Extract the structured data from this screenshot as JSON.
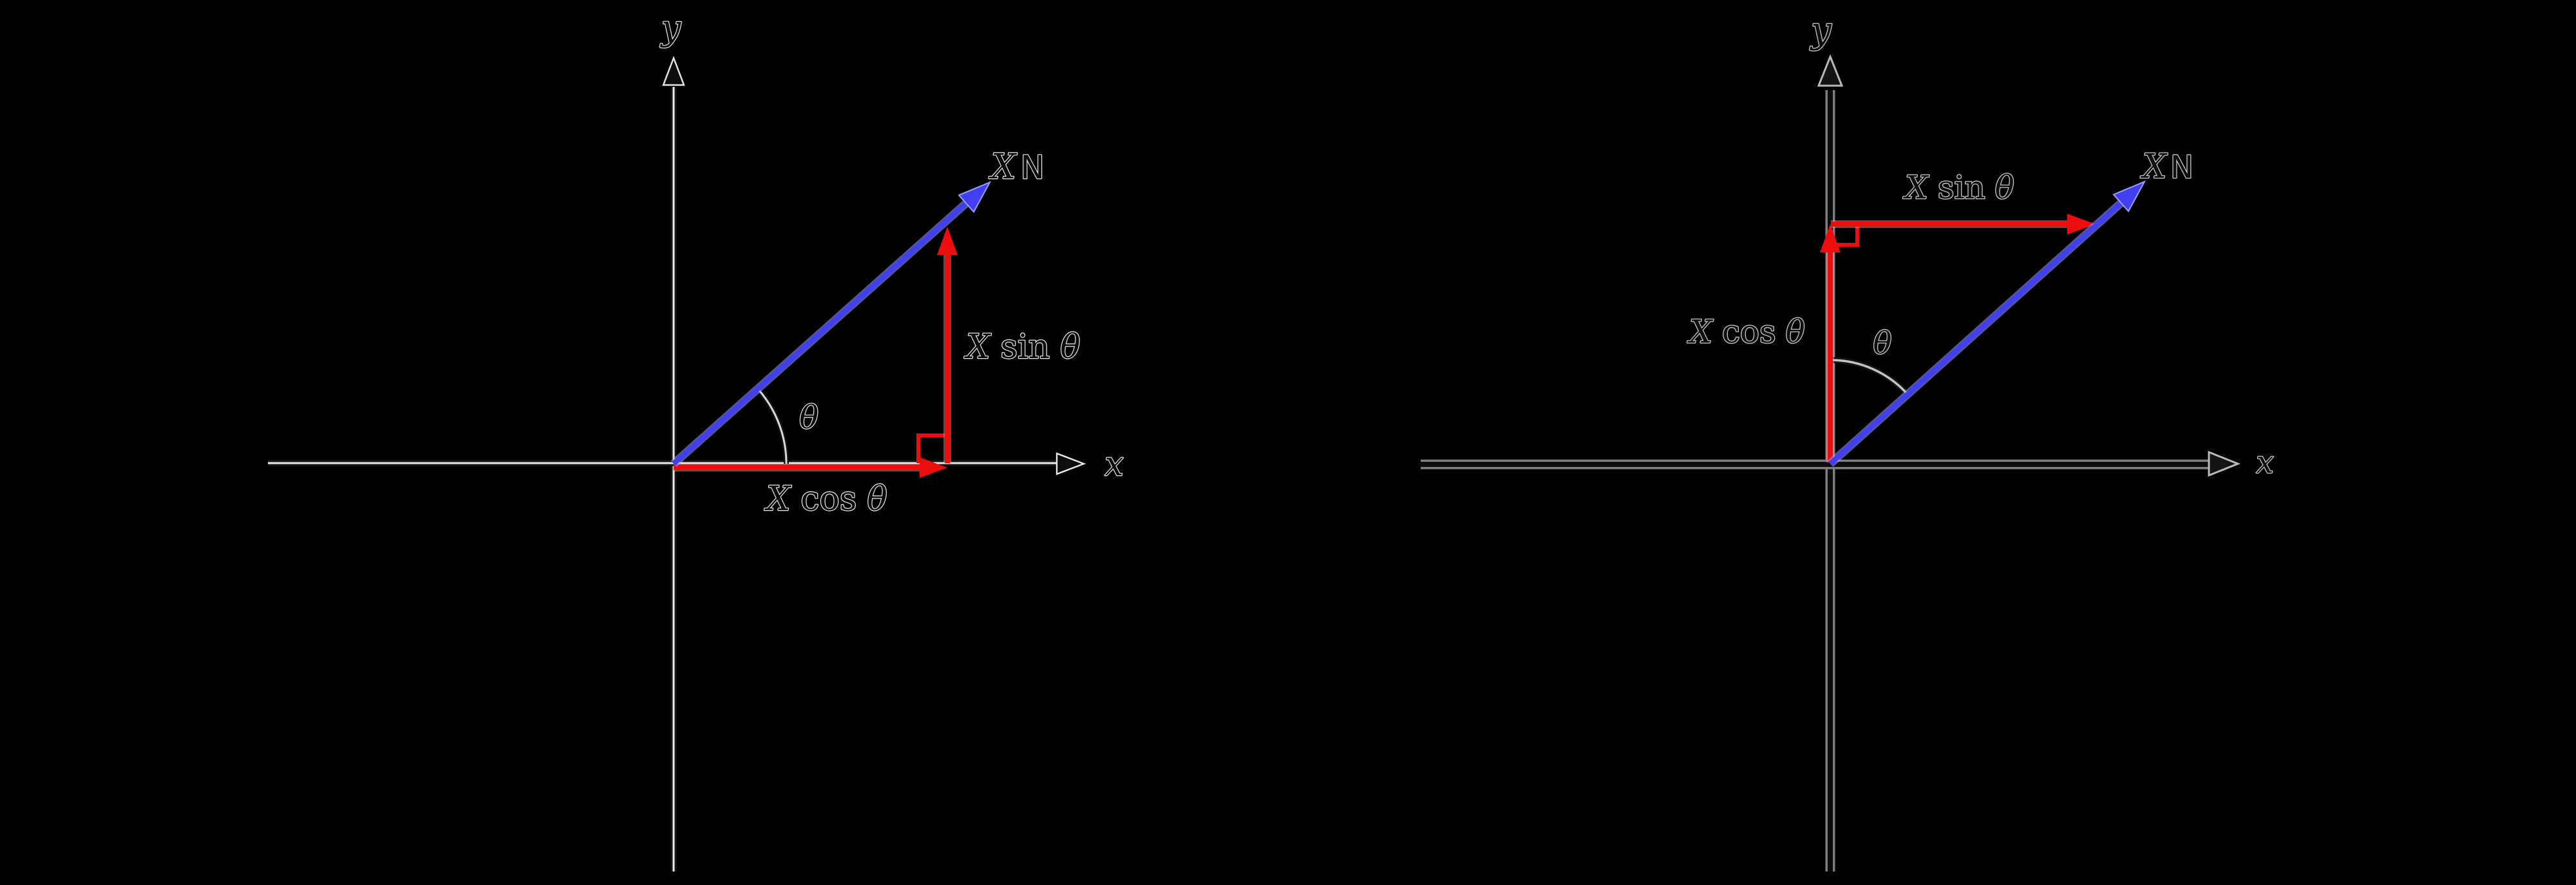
{
  "figure": {
    "description_note": "Two vector resolution diagrams on black background",
    "colors": {
      "background": "#000000",
      "vector_blue": "#4040f2",
      "vector_blue_halo": "#9d9dff",
      "vector_red": "#ee0d0d",
      "vector_red_halo": "#ff9b9b",
      "axis_light_left": "#ececec",
      "axis_gray_right": "#7f7f7f",
      "ink_dark": "#101010"
    }
  },
  "left_diagram": {
    "x_axis_label": "x",
    "y_axis_label": "y",
    "force_label": {
      "magnitude": "X",
      "unit": "N"
    },
    "angle_label": "θ",
    "vertical_component": {
      "coefficient": "X",
      "function": "sin",
      "angle": "θ"
    },
    "horizontal_component": {
      "coefficient": "X",
      "function": "cos",
      "angle": "θ"
    }
  },
  "right_diagram": {
    "x_axis_label": "x",
    "y_axis_label": "y",
    "force_label": {
      "magnitude": "X",
      "unit": "N"
    },
    "angle_label": "θ",
    "horizontal_component": {
      "coefficient": "X",
      "function": "sin",
      "angle": "θ"
    },
    "vertical_component": {
      "coefficient": "X",
      "function": "cos",
      "angle": "θ"
    }
  }
}
